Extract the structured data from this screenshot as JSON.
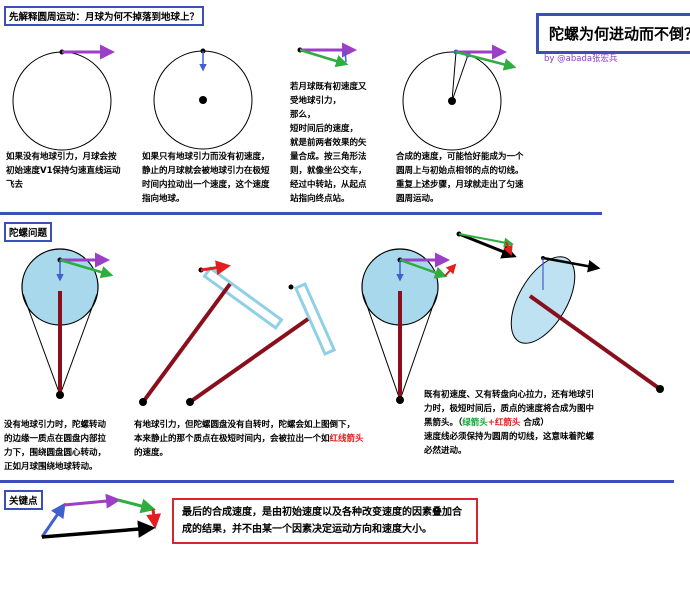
{
  "main_title": "陀螺为何进动而不倒？",
  "byline": "by @abada张宏兵",
  "section1": {
    "title": "先解释圆周运动：月球为何不掉落到地球上？",
    "note1": "如果没有地球引力，月球会按\n初始速度V1保持匀速直线运动\n飞去",
    "note2": "如果只有地球引力而没有初速度，\n静止的月球就会被地球引力在极短\n时间内拉动出一个速度，这个速度\n指向地球。",
    "note3": "若月球既有初速度又\n受地球引力，\n那么，\n短时间后的速度，\n就是前两者效果的矢\n量合成。按三角形法\n则，就像坐公交车，\n经过中转站，从起点\n站指向终点站。",
    "note4": "合成的速度，可能恰好能成为一个\n圆周上与初始点相邻的点的切线。\n重复上述步骤，月球就走出了匀速\n圆周运动。"
  },
  "section2": {
    "title": "陀螺问题",
    "note1": "没有地球引力时，陀螺转动\n的边缘一质点在圆盘内部拉\n力下，围绕圆盘圆心转动，\n正如月球围绕地球转动。",
    "note2_a": "有地球引力，但陀螺圆盘没有自转时，陀螺会如上图倒下，\n本来静止的那个质点在极短时间内，会被拉出一个如",
    "note2_red": "红线箭头",
    "note2_b": "\n的速度。",
    "note3_a": "既有初速度、又有转盘向心拉力，还有地球引\n力时，极短时间后，质点的速度将合成为图中\n黑箭头。（",
    "note3_green": "绿箭头",
    "note3_plus": "+",
    "note3_red": "红箭头",
    "note3_b": " 合成）\n速度线必须保持为圆周的切线，这意味着陀螺\n必然进动。"
  },
  "section3": {
    "title": "关键点",
    "key_text": "最后的合成速度，是由初始速度以及各种改变速度的因素叠加合成的结果，并不由某一个因素决定运动方向和速度大小。"
  },
  "colors": {
    "frame_blue": "#3a4fb8",
    "purple": "#9b3fc6",
    "green": "#2fae3f",
    "red": "#e02020",
    "maroon": "#8a0f1d",
    "disc_fill": "#a8d8ec",
    "highlight": "#d8242f"
  }
}
